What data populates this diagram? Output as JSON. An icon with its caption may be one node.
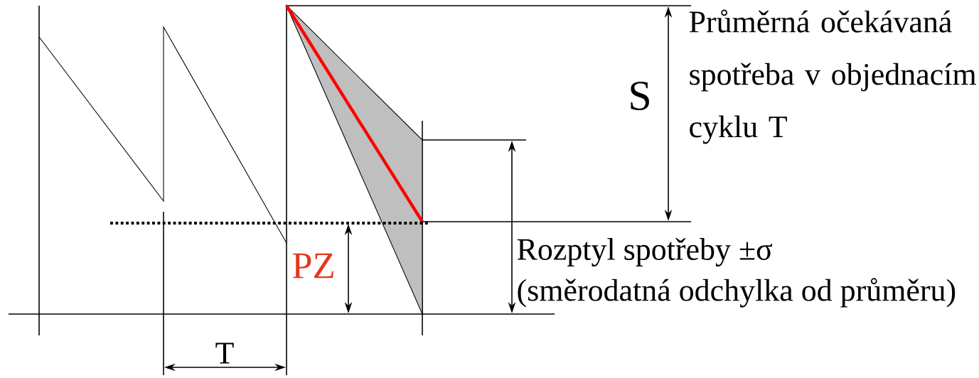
{
  "diagram": {
    "labels": [
      "S",
      "Průměrná očekávaná spotřeba v objednacím cyklu T",
      "Rozptyl spotřeby ±σ",
      "(směrodatná odchylka od průměru)",
      "PZ",
      "T"
    ]
  }
}
